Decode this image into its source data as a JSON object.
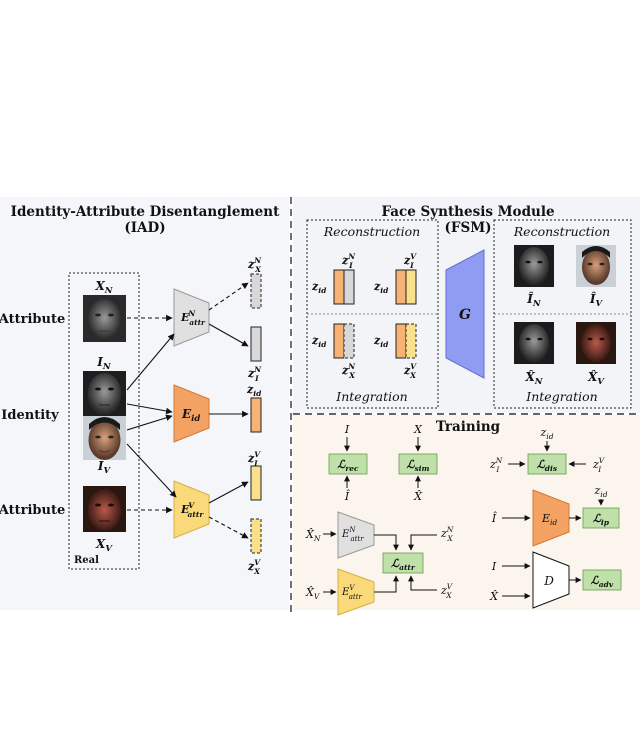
{
  "iad": {
    "title_line1": "Identity-Attribute Disentanglement",
    "title_line2": "(IAD)",
    "row_labels": [
      "Attribute",
      "Identity",
      "Attribute"
    ],
    "real_label": "Real",
    "image_labels": {
      "xn": {
        "base": "X",
        "sub": "N"
      },
      "in": {
        "base": "I",
        "sub": "N"
      },
      "iv": {
        "base": "I",
        "sub": "V"
      },
      "xv": {
        "base": "X",
        "sub": "V"
      }
    },
    "encoders": {
      "attr_n": {
        "base": "E",
        "sup": "N",
        "sub": "attr"
      },
      "id": {
        "base": "E",
        "sub": "id"
      },
      "attr_v": {
        "base": "E",
        "sup": "V",
        "sub": "attr"
      }
    },
    "codes": {
      "zxn": {
        "base": "z",
        "sup": "N",
        "sub": "X"
      },
      "zin": {
        "base": "z",
        "sup": "N",
        "sub": "I"
      },
      "zid": {
        "base": "z",
        "sub": "id"
      },
      "ziv": {
        "base": "z",
        "sup": "V",
        "sub": "I"
      },
      "zxv": {
        "base": "z",
        "sup": "V",
        "sub": "X"
      }
    }
  },
  "fsm": {
    "title_line1": "Face Synthesis Module",
    "title_line2": "(FSM)",
    "reconstruction_label": "Reconstruction",
    "integration_label": "Integration",
    "generator_label": "G",
    "outputs": {
      "in_hat": {
        "base": "Î",
        "sub": "N"
      },
      "iv_hat": {
        "base": "Î",
        "sub": "V"
      },
      "xn_hat": {
        "base": "X̂",
        "sub": "N"
      },
      "xv_hat": {
        "base": "X̂",
        "sub": "V"
      }
    }
  },
  "training": {
    "title": "Training",
    "losses": {
      "rec": {
        "base": "ℒ",
        "sub": "rec"
      },
      "sim": {
        "base": "ℒ",
        "sub": "sim"
      },
      "dis": {
        "base": "ℒ",
        "sub": "dis"
      },
      "attr": {
        "base": "ℒ",
        "sub": "attr"
      },
      "ip": {
        "base": "ℒ",
        "sub": "ip"
      },
      "adv": {
        "base": "ℒ",
        "sub": "adv"
      }
    },
    "symbols": {
      "I": "I",
      "X": "X",
      "I_hat": "Î",
      "X_hat": "X̂",
      "D": "D",
      "E_id": "E",
      "E_id_sub": "id"
    }
  },
  "colors": {
    "left_panel_bg": "#f4f6f9",
    "right_top_bg": "#f2f4f7",
    "training_bg": "#fbf5ee",
    "attr_encoder": "#e0e0e0",
    "id_encoder": "#f4a263",
    "attr_v_encoder": "#f9d97a",
    "generator": "#8f9cf2",
    "loss_box": "#bfe0a8",
    "code_orange": "#f7b274",
    "code_gray": "#d8d8d8",
    "code_yellow": "#fae08a"
  }
}
